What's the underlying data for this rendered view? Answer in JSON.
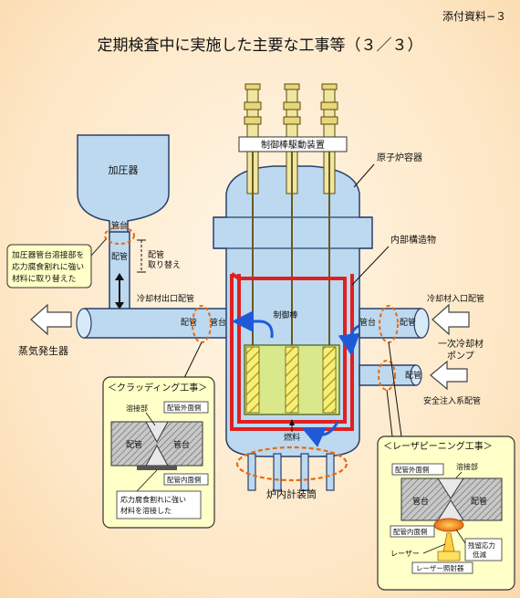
{
  "header": {
    "attachment_label": "添付資料−３",
    "title": "定期検査中に実施した主要な工事等（３／３）"
  },
  "labels": {
    "pressurizer": "加圧器",
    "nozzle_top": "管台",
    "pipe_pzr": "配管",
    "pipe_replaced": "配管\n取り替え",
    "pzr_callout": "加圧器管台溶接部を\n応力腐食割れに強い\n材料に取り替えた",
    "coolant_outlet": "冷却材出口配管",
    "pipe_left": "配管",
    "nozzle_left": "管台",
    "steam_generator": "蒸気発生器",
    "crdm": "制御棒駆動装置",
    "vessel": "原子炉容器",
    "internals": "内部構造物",
    "control_rod": "制御棒",
    "fuel": "燃料",
    "incore": "炉内計装筒",
    "coolant_inlet": "冷却材入口配管",
    "nozzle_right": "管台",
    "pipe_right": "配管",
    "pump": "一次冷却材\nポンプ",
    "pipe_si": "配管",
    "safety_injection": "安全注入系配管"
  },
  "cladding": {
    "title": "＜クラッディング工事＞",
    "weld": "溶接部",
    "outer_surface": "配管外面側",
    "pipe": "配管",
    "nozzle": "管台",
    "inner_surface": "配管内面側",
    "note": "応力腐食割れに強い\n材料を溶接した"
  },
  "peening": {
    "title": "＜レーザピーニング工事＞",
    "outer_surface": "配管外面側",
    "weld": "溶接部",
    "nozzle": "管台",
    "pipe": "配管",
    "inner_surface": "配管内面側",
    "residual": "残留応力\n低減",
    "laser": "レーザー",
    "irradiator": "レーザー照射器"
  },
  "colors": {
    "vessel_fill": "#bcd9f0",
    "outline": "#2a3f6a",
    "internals_red": "#e02020",
    "fuel_fill": "#d9e88a",
    "flow_blue": "#1e5ad8",
    "highlight_orange": "#e86a10",
    "callout_fill": "#ffffc8"
  }
}
